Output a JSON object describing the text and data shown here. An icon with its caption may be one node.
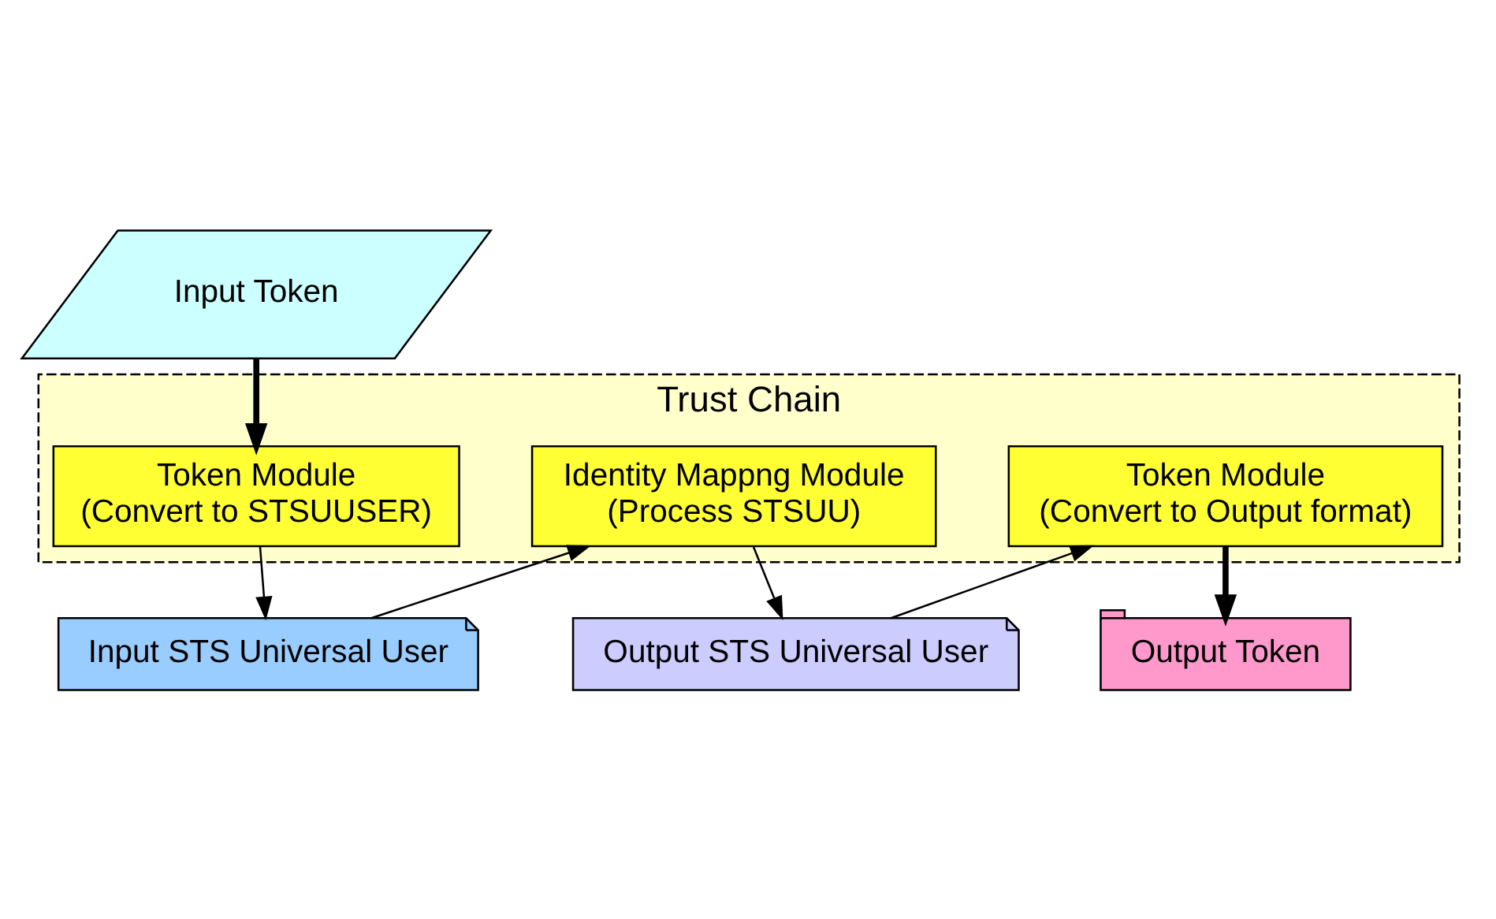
{
  "diagram": {
    "nodes": [
      {
        "text": [
          "Trust Chain"
        ]
      },
      {
        "text": [
          "Input Token"
        ]
      },
      {
        "text": [
          "Token Module",
          "(Convert to STSUUSER)"
        ],
        "in": 0
      },
      {
        "text": [
          "Input STS Universal User"
        ]
      },
      {
        "text": [
          "Identity Mappng Module",
          "(Process STSUU)"
        ],
        "in": 0
      },
      {
        "text": [
          "Output STS Universal User"
        ]
      },
      {
        "text": [
          "Token Module",
          "(Convert to Output format)"
        ],
        "in": 0
      },
      {
        "text": [
          "Output Token"
        ]
      }
    ],
    "edges": [
      {
        "from": 1,
        "to": 2,
        "arrow": "to",
        "style": "thick"
      },
      {
        "from": 2,
        "to": 3,
        "arrow": "to"
      },
      {
        "from": 3,
        "to": 4,
        "arrow": "to"
      },
      {
        "from": 4,
        "to": 5,
        "arrow": "to"
      },
      {
        "from": 5,
        "to": 6,
        "arrow": "to"
      },
      {
        "from": 6,
        "to": 7,
        "arrow": "to",
        "style": "thick"
      }
    ]
  }
}
